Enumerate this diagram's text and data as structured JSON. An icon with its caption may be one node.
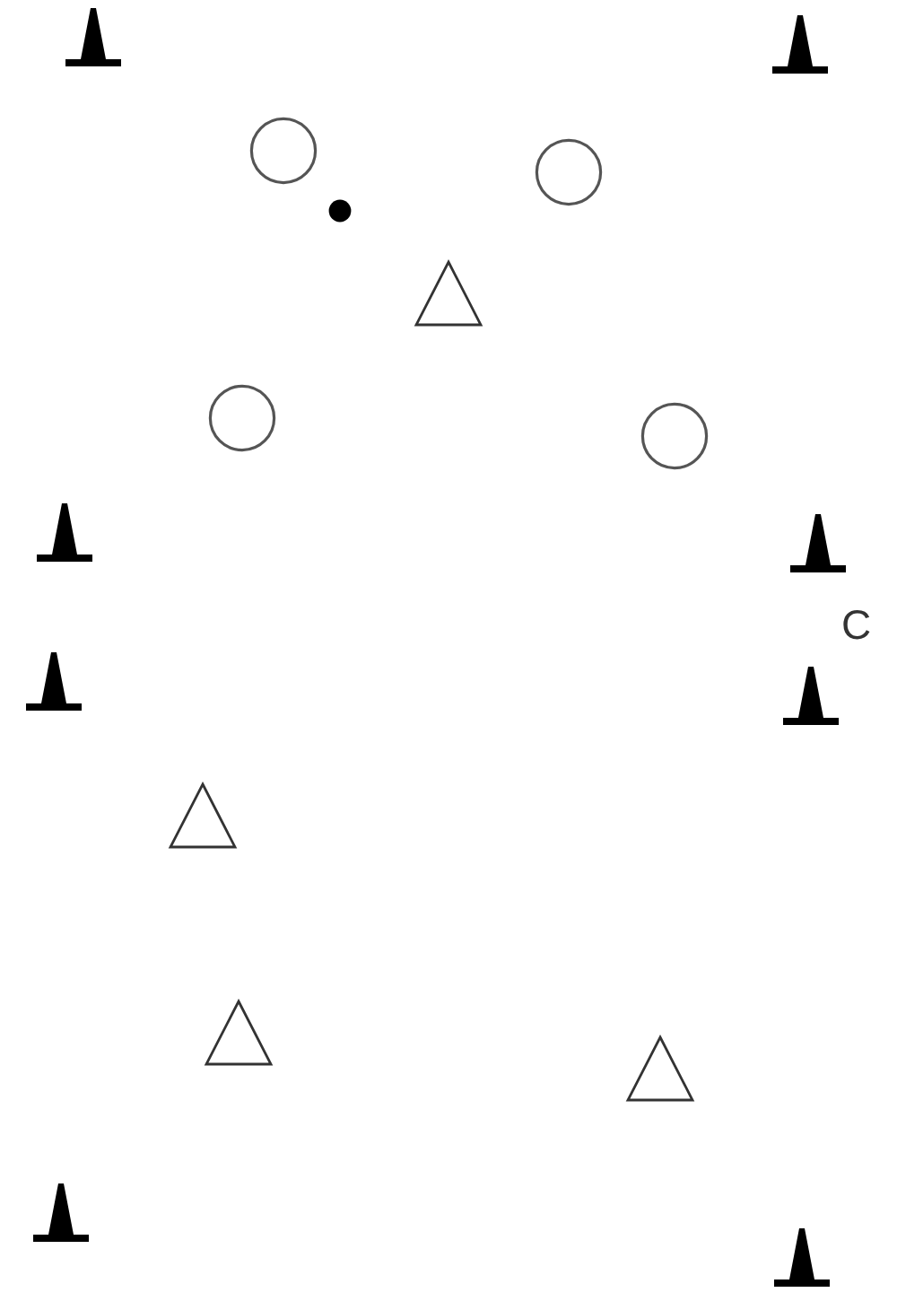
{
  "diagram": {
    "nodes": [
      {
        "text": [],
        "shape": "cone"
      },
      {
        "text": [],
        "shape": "cone"
      },
      {
        "text": [],
        "shape": "circle"
      },
      {
        "text": [],
        "shape": "circle"
      },
      {
        "text": [],
        "shape": "dot"
      },
      {
        "text": [],
        "shape": "triangle"
      },
      {
        "text": [],
        "shape": "circle"
      },
      {
        "text": [],
        "shape": "circle"
      },
      {
        "text": [],
        "shape": "cone"
      },
      {
        "text": [],
        "shape": "cone"
      },
      {
        "text": [],
        "shape": "cone"
      },
      {
        "text": [],
        "shape": "cone"
      },
      {
        "text": [],
        "shape": "triangle"
      },
      {
        "text": [],
        "shape": "triangle"
      },
      {
        "text": [],
        "shape": "triangle"
      },
      {
        "text": [],
        "shape": "cone"
      },
      {
        "text": [],
        "shape": "cone"
      }
    ],
    "labels": [
      "C"
    ]
  }
}
